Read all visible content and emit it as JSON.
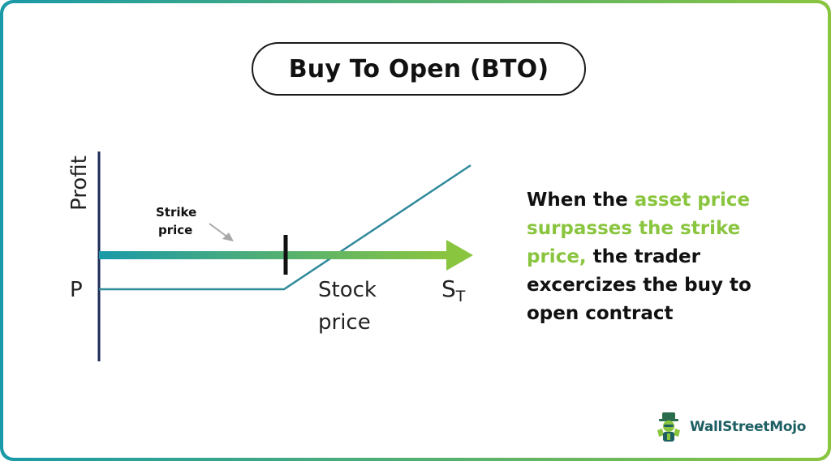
{
  "title": "Buy To Open (BTO)",
  "diagram": {
    "y_axis_label": "Profit",
    "p_label": "P",
    "strike_label_line1": "Strike",
    "strike_label_line2": "price",
    "stock_label_line1": "Stock",
    "stock_label_line2": "price",
    "st_label_main": "S",
    "st_label_sub": "T"
  },
  "description": {
    "part1": "When the ",
    "highlight": "asset price surpasses the strike price,",
    "part2": " the trader excercizes the buy to open contract"
  },
  "logo": {
    "text": "WallStreetMojo"
  },
  "colors": {
    "teal": "#1a9aa8",
    "green": "#8ac53f",
    "payoff_line": "#2f8a9a",
    "axis": "#1e2a55",
    "logo_text": "#1d5f63"
  }
}
